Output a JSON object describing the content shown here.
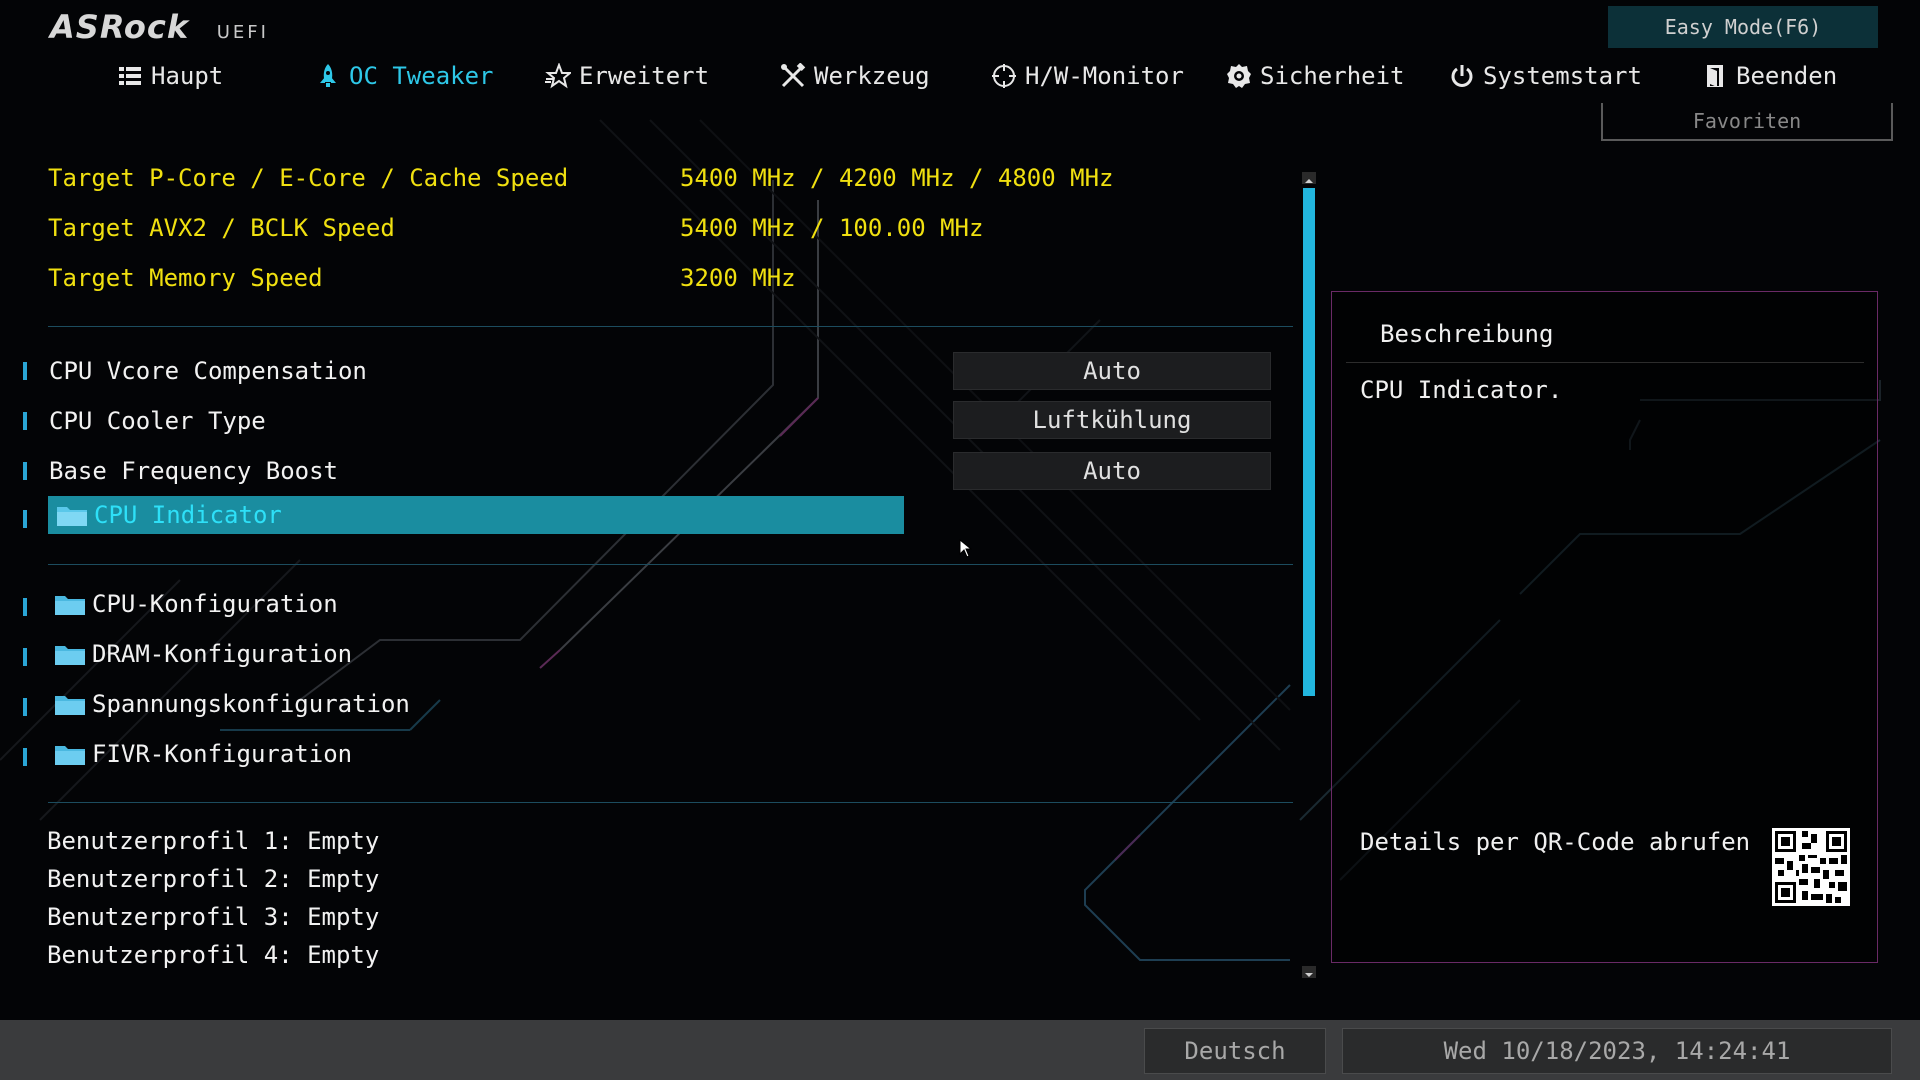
{
  "header": {
    "brand": "ASRock",
    "brand_sub": "UEFI",
    "easy_mode": "Easy Mode(F6)",
    "favorites": "Favoriten"
  },
  "menu": [
    {
      "label": "Haupt",
      "icon": "list-icon",
      "active": false
    },
    {
      "label": "OC Tweaker",
      "icon": "rocket-icon",
      "active": true
    },
    {
      "label": "Erweitert",
      "icon": "star-icon",
      "active": false
    },
    {
      "label": "Werkzeug",
      "icon": "tools-icon",
      "active": false
    },
    {
      "label": "H/W-Monitor",
      "icon": "crosshair-icon",
      "active": false
    },
    {
      "label": "Sicherheit",
      "icon": "shield-icon",
      "active": false
    },
    {
      "label": "Systemstart",
      "icon": "power-icon",
      "active": false
    },
    {
      "label": "Beenden",
      "icon": "exit-icon",
      "active": false
    }
  ],
  "targets": [
    {
      "label": "Target P-Core / E-Core / Cache Speed",
      "value": "5400 MHz / 4200 MHz / 4800 MHz"
    },
    {
      "label": "Target AVX2 / BCLK Speed",
      "value": "5400 MHz / 100.00 MHz"
    },
    {
      "label": "Target Memory Speed",
      "value": "3200 MHz"
    }
  ],
  "options": [
    {
      "label": "CPU Vcore Compensation",
      "value": "Auto"
    },
    {
      "label": "CPU Cooler Type",
      "value": "Luftkühlung"
    },
    {
      "label": "Base Frequency Boost",
      "value": "Auto"
    }
  ],
  "selected_item": "CPU Indicator",
  "submenus": [
    "CPU-Konfiguration",
    "DRAM-Konfiguration",
    "Spannungskonfiguration",
    "FIVR-Konfiguration"
  ],
  "profiles": [
    "Benutzerprofil 1: Empty",
    "Benutzerprofil 2: Empty",
    "Benutzerprofil 3: Empty",
    "Benutzerprofil 4: Empty"
  ],
  "description": {
    "title": "Beschreibung",
    "text": "CPU Indicator.",
    "qr_label": "Details per QR-Code abrufen"
  },
  "footer": {
    "language": "Deutsch",
    "datetime": "Wed 10/18/2023, 14:24:41"
  },
  "colors": {
    "accent": "#2ec8e8",
    "target_text": "#f0e010",
    "selected_bg": "#1a8da0",
    "scrollbar": "#22b6de"
  }
}
